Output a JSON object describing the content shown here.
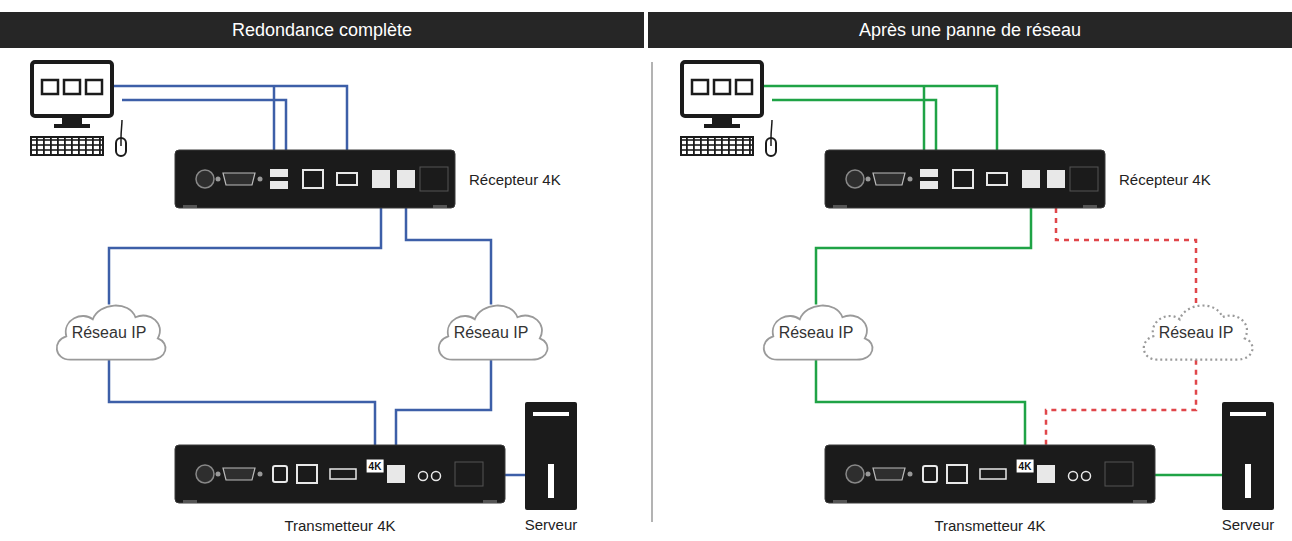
{
  "diagram": {
    "nodes": [
      {
        "text": [
          "Récepteur 4K"
        ]
      },
      {
        "text": [
          "Réseau IP"
        ]
      },
      {
        "text": [
          "Réseau IP"
        ]
      },
      {
        "text": [
          "Transmetteur 4K"
        ]
      },
      {
        "text": [
          "Serveur"
        ]
      },
      {
        "text": [
          "Récepteur 4K"
        ]
      },
      {
        "text": [
          "Réseau IP"
        ]
      },
      {
        "text": [
          "Réseau IP"
        ]
      },
      {
        "text": [
          "Transmetteur 4K"
        ]
      },
      {
        "text": [
          "Serveur"
        ]
      }
    ],
    "edges": [
      {
        "from": 0,
        "to": 1,
        "arrow": "none"
      },
      {
        "from": 0,
        "to": 2,
        "arrow": "none"
      },
      {
        "from": 1,
        "to": 3,
        "arrow": "none"
      },
      {
        "from": 2,
        "to": 3,
        "arrow": "none"
      },
      {
        "from": 3,
        "to": 4,
        "arrow": "none"
      },
      {
        "from": 5,
        "to": 6,
        "arrow": "none"
      },
      {
        "from": 6,
        "to": 8,
        "arrow": "none"
      },
      {
        "from": 5,
        "to": 7,
        "arrow": "none"
      },
      {
        "from": 7,
        "to": 8,
        "arrow": "none"
      },
      {
        "from": 8,
        "to": 9,
        "arrow": "none"
      }
    ],
    "labels": [
      "Redondance complète",
      "Après une panne de réseau",
      "4K",
      "4K"
    ]
  }
}
